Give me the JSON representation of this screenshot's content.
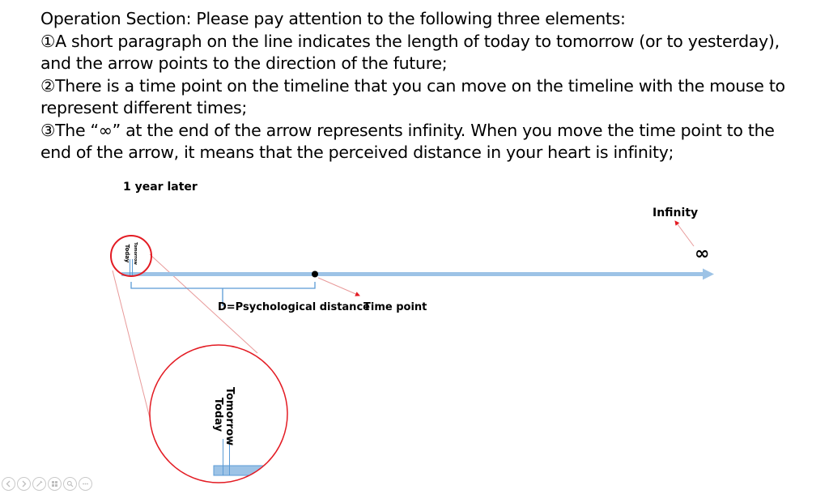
{
  "instructions": {
    "heading": "Operation Section: Please pay attention to the following three elements:",
    "item1": "①A short paragraph on the line indicates the length of today to tomorrow (or to yesterday), and the arrow points to the direction of the future;",
    "item2": "②There is a time point on the timeline that you can move on the timeline with the mouse to represent different times;",
    "item3": "③The “∞” at the end of the arrow represents infinity. When you move the time point to the end of the arrow, it means that the perceived distance in your heart is infinity;"
  },
  "timeline": {
    "year_label": "1 year later",
    "infinity_label": "Infinity",
    "infinity_symbol": "∞",
    "distance_label": "D=Psychological distance",
    "time_point_label": "Time point",
    "today_label": "Today",
    "tomorrow_label": "Tomorrow"
  },
  "zoom": {
    "today_label": "Today",
    "tomorrow_label": "Tomorrow"
  },
  "colors": {
    "timeline_bar": "#9dc3e6",
    "circle": "#e31b23",
    "annotation_line": "#e89a9a",
    "bracket": "#5b9bd5"
  },
  "toolbar": {
    "icons": [
      "previous-icon",
      "next-icon",
      "pen-icon",
      "slides-grid-icon",
      "zoom-icon",
      "more-icon"
    ]
  }
}
